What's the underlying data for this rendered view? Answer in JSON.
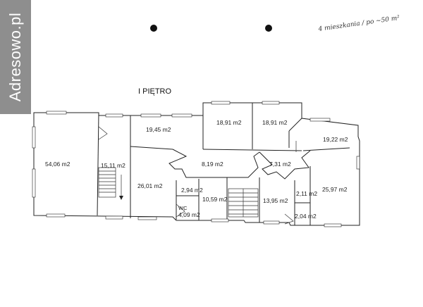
{
  "watermark": "Adresowo.pl",
  "floor_title": "I PIĘTRO",
  "note": "4 mieszkania / po ~50 m²",
  "wc_label": "WC",
  "rooms": {
    "r54_06": "54,06 m2",
    "r15_11": "15,11 m2",
    "r19_45": "19,45 m2",
    "r18_91a": "18,91 m2",
    "r18_91b": "18,91 m2",
    "r19_22": "19,22 m2",
    "r26_01": "26,01 m2",
    "r8_19": "8,19 m2",
    "r7_31": "7,31 m2",
    "r2_94": "2,94 m2",
    "r10_59": "10,59 m2",
    "r13_95": "13,95 m2",
    "r2_11": "2,11 m2",
    "r25_97": "25,97 m2",
    "r4_09": "4,09 m2",
    "r2_04": "2,04 m2"
  },
  "colors": {
    "watermark_bg": "#8e8e8e",
    "line": "#222222",
    "paper": "#ffffff"
  }
}
